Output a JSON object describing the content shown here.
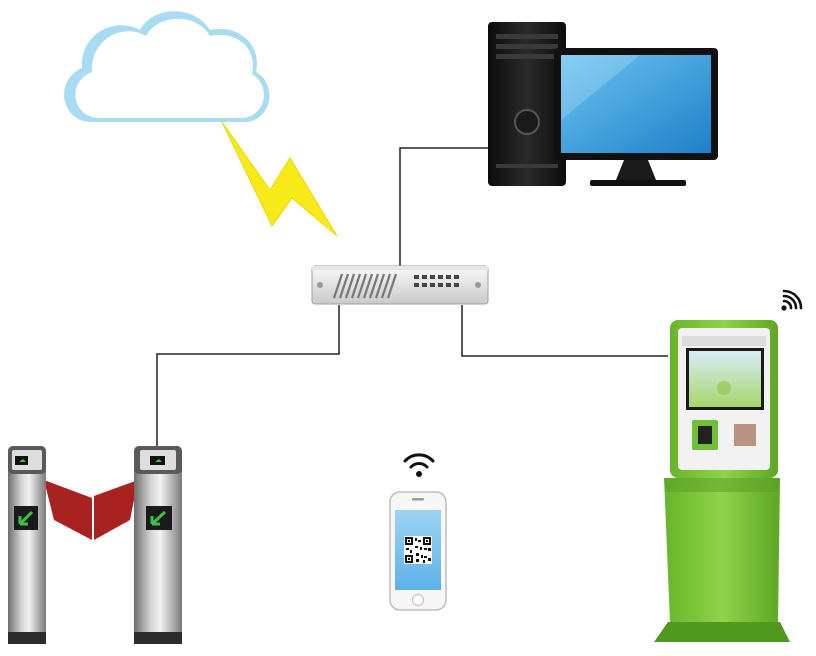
{
  "diagram": {
    "nodes": [
      {
        "id": "cloud",
        "icon": "cloud-icon"
      },
      {
        "id": "computer",
        "icon": "desktop-computer-icon"
      },
      {
        "id": "switch",
        "icon": "network-switch-icon"
      },
      {
        "id": "kiosk",
        "icon": "self-service-kiosk-icon"
      },
      {
        "id": "phone",
        "icon": "smartphone-qr-code-icon"
      },
      {
        "id": "turnstile-left",
        "icon": "turnstile-gate-icon"
      },
      {
        "id": "turnstile-right",
        "icon": "turnstile-gate-icon"
      }
    ],
    "connections": [
      {
        "from": "switch",
        "to": "computer",
        "style": "wired"
      },
      {
        "from": "switch",
        "to": "kiosk",
        "style": "wired"
      },
      {
        "from": "switch",
        "to": "turnstile-right",
        "style": "wired"
      },
      {
        "from": "cloud",
        "to": "switch",
        "style": "wireless-lightning"
      }
    ],
    "wireless_indicators": [
      {
        "node": "kiosk",
        "icon": "wifi-signal-icon"
      },
      {
        "node": "phone",
        "icon": "wifi-icon"
      }
    ],
    "colors": {
      "cloud_fill": "#ffffff",
      "cloud_shadow": "#a9dcf2",
      "lightning": "#f7ea16",
      "kiosk_green": "#7dc83a",
      "screen_blue": "#2f95d9",
      "gate_flap": "#a8231f",
      "arrow_green": "#37c24c",
      "line": "#222222"
    }
  }
}
